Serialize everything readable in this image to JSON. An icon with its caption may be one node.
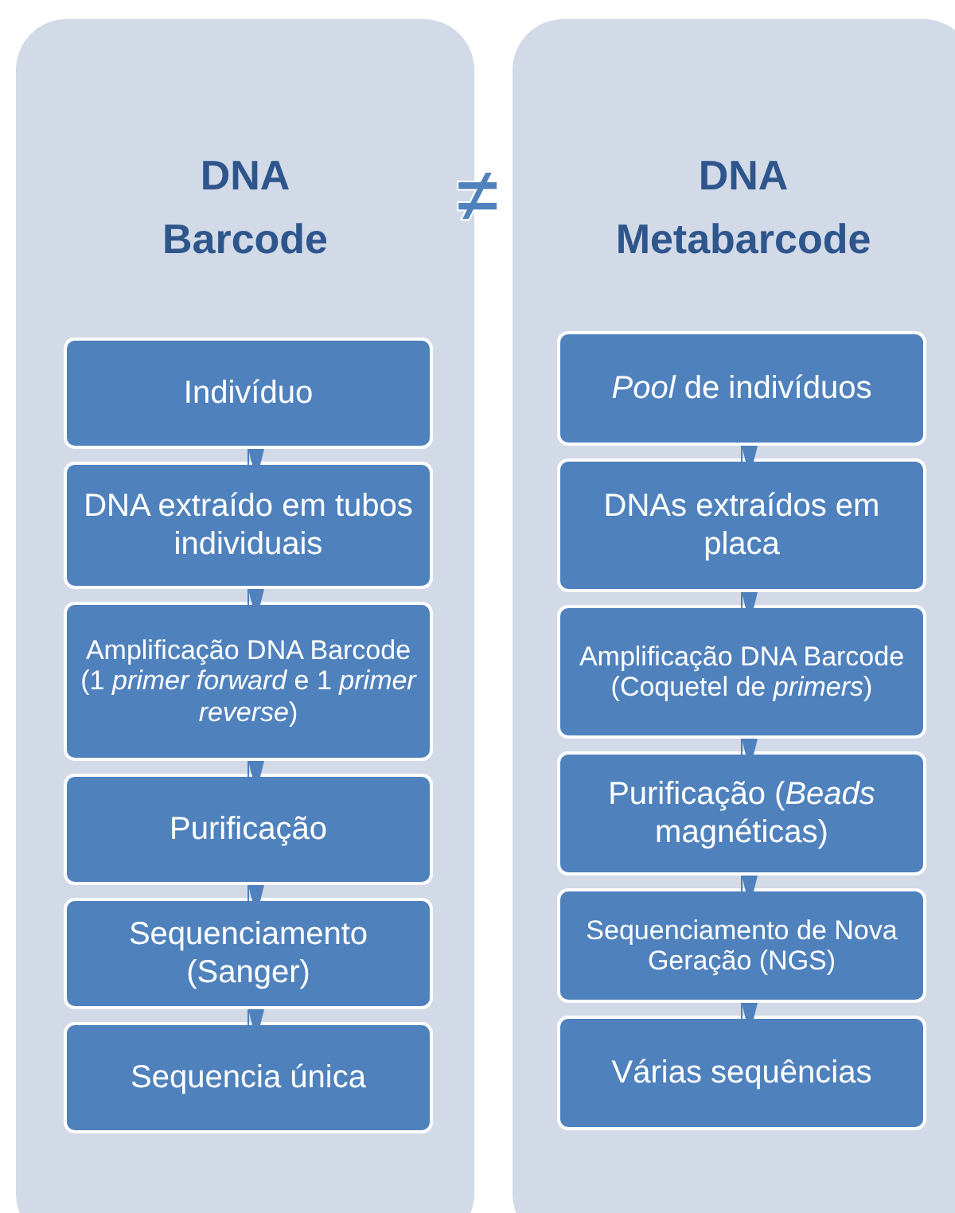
{
  "diagram": {
    "nodes": [
      {
        "text": [
          "DNA Barcode"
        ]
      },
      {
        "text": [
          "Indivíduo"
        ],
        "in": 0
      },
      {
        "text": [
          "DNA extraído em tubos individuais"
        ],
        "in": 0
      },
      {
        "text": [
          "Amplificação DNA Barcode (1 *primer forward* e 1 *primer reverse*)"
        ],
        "in": 0
      },
      {
        "text": [
          "Purificação"
        ],
        "in": 0
      },
      {
        "text": [
          "Sequenciamento (Sanger)"
        ],
        "in": 0
      },
      {
        "text": [
          "Sequencia única"
        ],
        "in": 0
      },
      {
        "text": [
          "DNA Metabarcode"
        ]
      },
      {
        "text": [
          "*Pool* de indivíduos"
        ],
        "in": 7
      },
      {
        "text": [
          "DNAs extraídos em placa"
        ],
        "in": 7
      },
      {
        "text": [
          "Amplificação DNA Barcode (Coquetel de *primers*)"
        ],
        "in": 7
      },
      {
        "text": [
          "Purificação (*Beads* magnéticas)"
        ],
        "in": 7
      },
      {
        "text": [
          "Sequenciamento de Nova Geração (NGS)"
        ],
        "in": 7
      },
      {
        "text": [
          "Várias sequências"
        ],
        "in": 7
      }
    ],
    "edges": [
      {
        "from": 1,
        "to": 2,
        "arrow": "to"
      },
      {
        "from": 2,
        "to": 3,
        "arrow": "to"
      },
      {
        "from": 3,
        "to": 4,
        "arrow": "to"
      },
      {
        "from": 4,
        "to": 5,
        "arrow": "to"
      },
      {
        "from": 5,
        "to": 6,
        "arrow": "to"
      },
      {
        "from": 8,
        "to": 9,
        "arrow": "to"
      },
      {
        "from": 9,
        "to": 10,
        "arrow": "to"
      },
      {
        "from": 10,
        "to": 11,
        "arrow": "to"
      },
      {
        "from": 11,
        "to": 12,
        "arrow": "to"
      },
      {
        "from": 12,
        "to": 13,
        "arrow": "to"
      }
    ],
    "labels": [
      "≠"
    ]
  }
}
